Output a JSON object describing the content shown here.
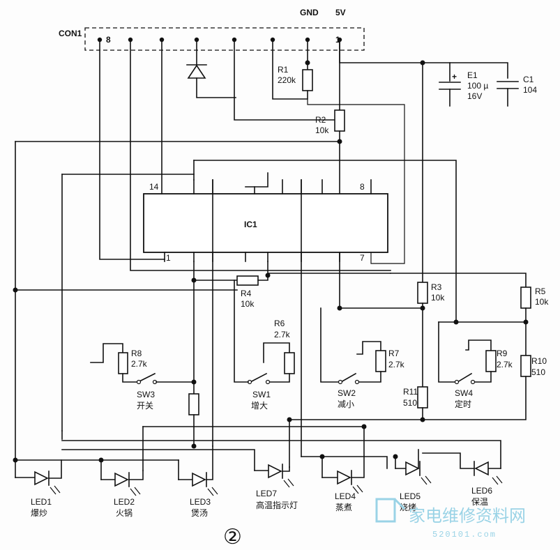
{
  "connector": {
    "name": "CON1",
    "pin8": "8",
    "pin1": "1",
    "gnd": "GND",
    "vcc": "5V"
  },
  "ic": {
    "name": "IC1",
    "pin14": "14",
    "pin8": "8",
    "pin1": "1",
    "pin7": "7"
  },
  "components": {
    "r1": {
      "ref": "R1",
      "value": "220k"
    },
    "r2": {
      "ref": "R2",
      "value": "10k"
    },
    "r3": {
      "ref": "R3",
      "value": "10k"
    },
    "r4": {
      "ref": "R4",
      "value": "10k"
    },
    "r5": {
      "ref": "R5",
      "value": "10k"
    },
    "r6": {
      "ref": "R6",
      "value": "2.7k"
    },
    "r7": {
      "ref": "R7",
      "value": "2.7k"
    },
    "r8": {
      "ref": "R8",
      "value": "2.7k"
    },
    "r9": {
      "ref": "R9",
      "value": "2.7k"
    },
    "r10": {
      "ref": "R10",
      "value": "510"
    },
    "r11": {
      "ref": "R11",
      "value": "510"
    },
    "e1": {
      "ref": "E1",
      "value1": "100 µ",
      "value2": "16V"
    },
    "c1": {
      "ref": "C1",
      "value": "104"
    }
  },
  "switches": {
    "sw1": {
      "ref": "SW1",
      "label": "增大"
    },
    "sw2": {
      "ref": "SW2",
      "label": "减小"
    },
    "sw3": {
      "ref": "SW3",
      "label": "开关"
    },
    "sw4": {
      "ref": "SW4",
      "label": "定时"
    }
  },
  "leds": {
    "led1": {
      "ref": "LED1",
      "label": "爆炒"
    },
    "led2": {
      "ref": "LED2",
      "label": "火锅"
    },
    "led3": {
      "ref": "LED3",
      "label": "煲汤"
    },
    "led7": {
      "ref": "LED7",
      "label": "高温指示灯"
    },
    "led4": {
      "ref": "LED4",
      "label": "蒸煮"
    },
    "led5": {
      "ref": "LED5",
      "label": "烧烤"
    },
    "led6": {
      "ref": "LED6",
      "label": "保温"
    }
  },
  "figure_number": "②",
  "watermark": {
    "text": "家电维修资料网",
    "url": "520101.com"
  },
  "colors": {
    "ink": "#111111",
    "watermark": "#9ad3e6"
  }
}
